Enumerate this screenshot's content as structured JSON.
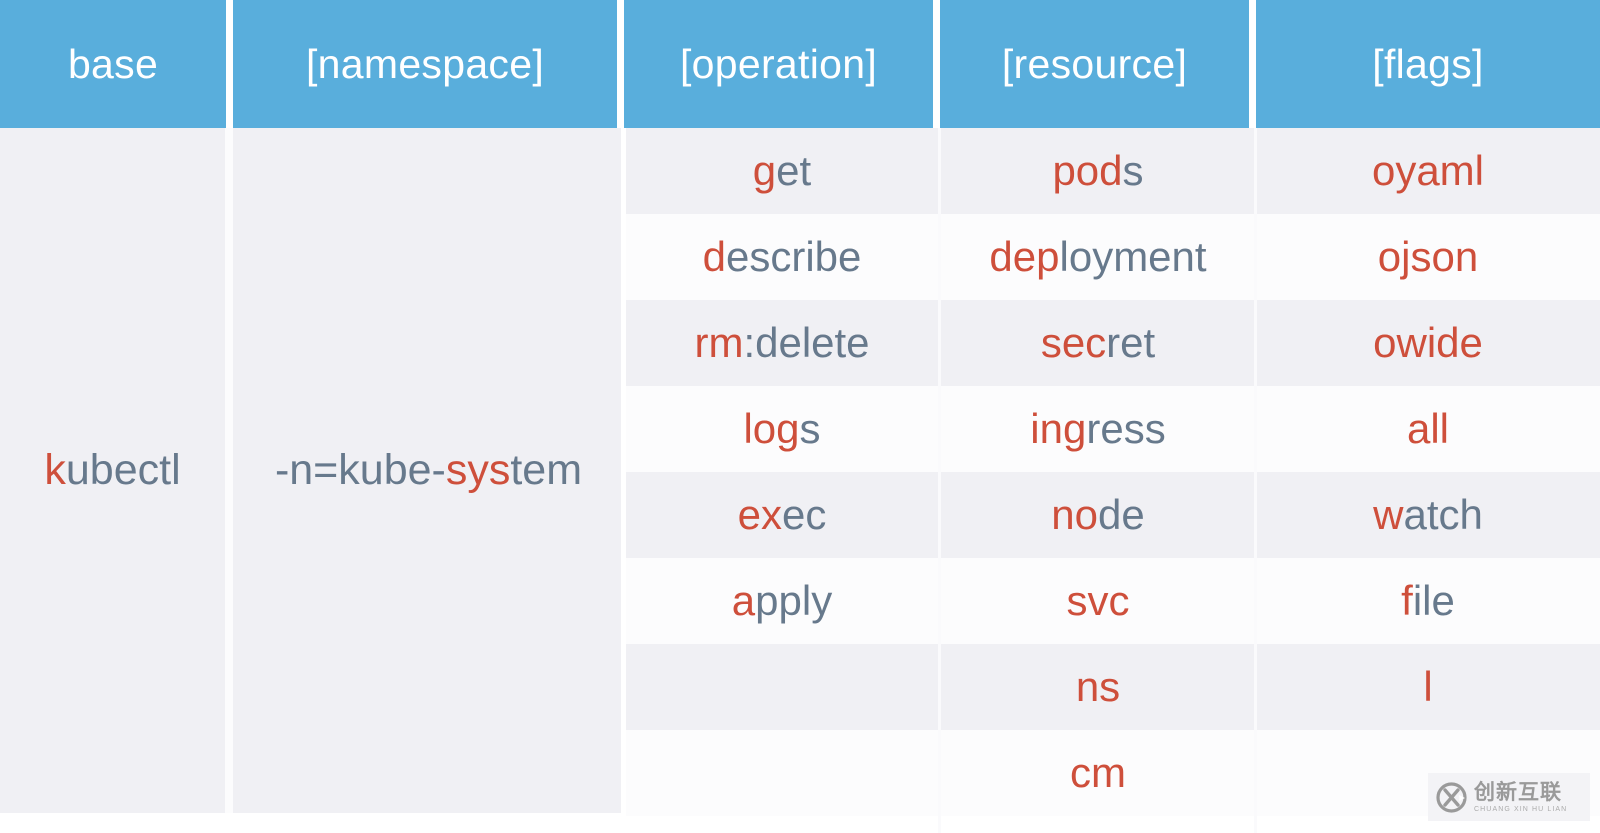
{
  "table": {
    "headers": [
      {
        "key": "base",
        "label": "base"
      },
      {
        "key": "namespace",
        "label": "[namespace]"
      },
      {
        "key": "operation",
        "label": "[operation]"
      },
      {
        "key": "resource",
        "label": "[resource]"
      },
      {
        "key": "flags",
        "label": "[flags]"
      }
    ],
    "base": {
      "value": "kubectl",
      "highlight": "k",
      "rest": "ubectl"
    },
    "namespace": {
      "value": "-n=kube-system",
      "parts": [
        {
          "text": "-n=kube-",
          "style": "lo"
        },
        {
          "text": "sys",
          "style": "hi"
        },
        {
          "text": "tem",
          "style": "lo"
        }
      ]
    },
    "operation": [
      {
        "value": "get",
        "hi": "g",
        "lo": "et"
      },
      {
        "value": "describe",
        "hi": "d",
        "lo": "escribe"
      },
      {
        "value": "rm:delete",
        "hi": "rm",
        "lo": ":delete"
      },
      {
        "value": "logs",
        "hi": "log",
        "lo": "s"
      },
      {
        "value": "exec",
        "hi": "ex",
        "lo": "ec"
      },
      {
        "value": "apply",
        "hi": "a",
        "lo": "pply"
      },
      {
        "value": "",
        "hi": "",
        "lo": ""
      },
      {
        "value": "",
        "hi": "",
        "lo": ""
      }
    ],
    "resource": [
      {
        "value": "pods",
        "hi": "pod",
        "lo": "s"
      },
      {
        "value": "deployment",
        "hi": "dep",
        "lo": "loyment"
      },
      {
        "value": "secret",
        "hi": "sec",
        "lo": "ret"
      },
      {
        "value": "ingress",
        "hi": "ing",
        "lo": "ress"
      },
      {
        "value": "node",
        "hi": "no",
        "lo": "de"
      },
      {
        "value": "svc",
        "hi": "svc",
        "lo": ""
      },
      {
        "value": "ns",
        "hi": "ns",
        "lo": ""
      },
      {
        "value": "cm",
        "hi": "cm",
        "lo": ""
      }
    ],
    "flags": [
      {
        "value": "oyaml",
        "hi": "oyaml",
        "lo": ""
      },
      {
        "value": "ojson",
        "hi": "ojson",
        "lo": ""
      },
      {
        "value": "owide",
        "hi": "owide",
        "lo": ""
      },
      {
        "value": "all",
        "hi": "all",
        "lo": ""
      },
      {
        "value": "watch",
        "hi": "w",
        "lo": "atch"
      },
      {
        "value": "file",
        "hi": "f",
        "lo": "ile"
      },
      {
        "value": "l",
        "hi": "l",
        "lo": ""
      },
      {
        "value": "",
        "hi": "",
        "lo": ""
      }
    ],
    "row_count": 8
  },
  "watermark": {
    "logo": "circled-x-logo",
    "chinese": "创新互联",
    "pinyin": "CHUANG XIN HU LIAN"
  },
  "colors": {
    "header_blue": "#59AEDC",
    "highlight_red": "#CE4F3B",
    "body_slate": "#67798C",
    "stripe_gray": "#F0F0F4",
    "stripe_white": "#FCFCFD"
  }
}
